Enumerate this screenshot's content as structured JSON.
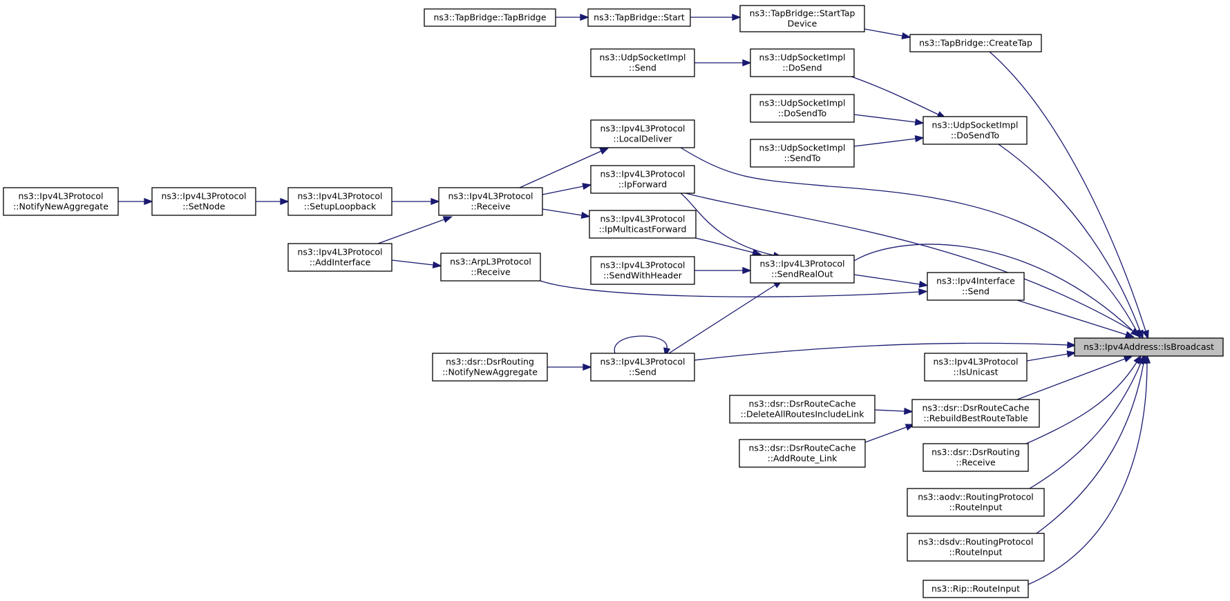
{
  "graph": {
    "edge_color": "#191970",
    "highlight_fill": "#bfbfbf",
    "nodes": [
      {
        "id": "isbroadcast",
        "lines": [
          "ns3::Ipv4Address::IsBroadcast"
        ],
        "highlight": true
      },
      {
        "id": "tap_tapbridge",
        "lines": [
          "ns3::TapBridge::TapBridge"
        ]
      },
      {
        "id": "tap_start",
        "lines": [
          "ns3::TapBridge::Start"
        ]
      },
      {
        "id": "tap_starttap",
        "lines": [
          "ns3::TapBridge::StartTap",
          "Device"
        ]
      },
      {
        "id": "tap_createtap",
        "lines": [
          "ns3::TapBridge::CreateTap"
        ]
      },
      {
        "id": "udp_send",
        "lines": [
          "ns3::UdpSocketImpl",
          "::Send"
        ]
      },
      {
        "id": "udp_dosend",
        "lines": [
          "ns3::UdpSocketImpl",
          "::DoSend"
        ]
      },
      {
        "id": "udp_dosendto_l",
        "lines": [
          "ns3::UdpSocketImpl",
          "::DoSendTo"
        ]
      },
      {
        "id": "udp_sendto",
        "lines": [
          "ns3::UdpSocketImpl",
          "::SendTo"
        ]
      },
      {
        "id": "udp_dosendto_r",
        "lines": [
          "ns3::UdpSocketImpl",
          "::DoSendTo"
        ]
      },
      {
        "id": "ipv4_localdeliver",
        "lines": [
          "ns3::Ipv4L3Protocol",
          "::LocalDeliver"
        ]
      },
      {
        "id": "ipv4_ipforward",
        "lines": [
          "ns3::Ipv4L3Protocol",
          "::IpForward"
        ]
      },
      {
        "id": "ipv4_ipmcast",
        "lines": [
          "ns3::Ipv4L3Protocol",
          "::IpMulticastForward"
        ]
      },
      {
        "id": "ipv4_notifynew",
        "lines": [
          "ns3::Ipv4L3Protocol",
          "::NotifyNewAggregate"
        ]
      },
      {
        "id": "ipv4_setnode",
        "lines": [
          "ns3::Ipv4L3Protocol",
          "::SetNode"
        ]
      },
      {
        "id": "ipv4_setuploop",
        "lines": [
          "ns3::Ipv4L3Protocol",
          "::SetupLoopback"
        ]
      },
      {
        "id": "ipv4_receive",
        "lines": [
          "ns3::Ipv4L3Protocol",
          "::Receive"
        ]
      },
      {
        "id": "ipv4_addiface",
        "lines": [
          "ns3::Ipv4L3Protocol",
          "::AddInterface"
        ]
      },
      {
        "id": "arp_receive",
        "lines": [
          "ns3::ArpL3Protocol",
          "::Receive"
        ]
      },
      {
        "id": "ipv4_sendwithheader",
        "lines": [
          "ns3::Ipv4L3Protocol",
          "::SendWithHeader"
        ]
      },
      {
        "id": "ipv4_sendrealout",
        "lines": [
          "ns3::Ipv4L3Protocol",
          "::SendRealOut"
        ]
      },
      {
        "id": "ipv4iface_send",
        "lines": [
          "ns3::Ipv4Interface",
          "::Send"
        ]
      },
      {
        "id": "dsr_notifynew",
        "lines": [
          "ns3::dsr::DsrRouting",
          "::NotifyNewAggregate"
        ]
      },
      {
        "id": "ipv4_send",
        "lines": [
          "ns3::Ipv4L3Protocol",
          "::Send"
        ]
      },
      {
        "id": "ipv4_isunicast",
        "lines": [
          "ns3::Ipv4L3Protocol",
          "::IsUnicast"
        ]
      },
      {
        "id": "dsr_deleteall",
        "lines": [
          "ns3::dsr::DsrRouteCache",
          "::DeleteAllRoutesIncludeLink"
        ]
      },
      {
        "id": "dsr_addroute",
        "lines": [
          "ns3::dsr::DsrRouteCache",
          "::AddRoute_Link"
        ]
      },
      {
        "id": "dsr_rebuild",
        "lines": [
          "ns3::dsr::DsrRouteCache",
          "::RebuildBestRouteTable"
        ]
      },
      {
        "id": "dsr_receive",
        "lines": [
          "ns3::dsr::DsrRouting",
          "::Receive"
        ]
      },
      {
        "id": "aodv_routeinput",
        "lines": [
          "ns3::aodv::RoutingProtocol",
          "::RouteInput"
        ]
      },
      {
        "id": "dsdv_routeinput",
        "lines": [
          "ns3::dsdv::RoutingProtocol",
          "::RouteInput"
        ]
      },
      {
        "id": "rip_routeinput",
        "lines": [
          "ns3::Rip::RouteInput"
        ]
      }
    ],
    "edges": [
      {
        "from": "tap_tapbridge",
        "to": "tap_start"
      },
      {
        "from": "tap_start",
        "to": "tap_starttap"
      },
      {
        "from": "tap_starttap",
        "to": "tap_createtap"
      },
      {
        "from": "tap_createtap",
        "to": "isbroadcast"
      },
      {
        "from": "udp_send",
        "to": "udp_dosend"
      },
      {
        "from": "udp_dosend",
        "to": "udp_dosendto_r"
      },
      {
        "from": "udp_dosendto_l",
        "to": "udp_dosendto_r"
      },
      {
        "from": "udp_sendto",
        "to": "udp_dosendto_r"
      },
      {
        "from": "udp_dosendto_r",
        "to": "isbroadcast"
      },
      {
        "from": "ipv4_localdeliver",
        "to": "isbroadcast"
      },
      {
        "from": "ipv4_ipforward",
        "to": "isbroadcast"
      },
      {
        "from": "ipv4_sendrealout",
        "to": "isbroadcast"
      },
      {
        "from": "ipv4iface_send",
        "to": "isbroadcast"
      },
      {
        "from": "ipv4_send",
        "to": "isbroadcast"
      },
      {
        "from": "ipv4_isunicast",
        "to": "isbroadcast"
      },
      {
        "from": "dsr_rebuild",
        "to": "isbroadcast"
      },
      {
        "from": "dsr_receive",
        "to": "isbroadcast"
      },
      {
        "from": "aodv_routeinput",
        "to": "isbroadcast"
      },
      {
        "from": "dsdv_routeinput",
        "to": "isbroadcast"
      },
      {
        "from": "rip_routeinput",
        "to": "isbroadcast"
      },
      {
        "from": "ipv4_notifynew",
        "to": "ipv4_setnode"
      },
      {
        "from": "ipv4_setnode",
        "to": "ipv4_setuploop"
      },
      {
        "from": "ipv4_setuploop",
        "to": "ipv4_receive"
      },
      {
        "from": "ipv4_addiface",
        "to": "ipv4_receive"
      },
      {
        "from": "ipv4_receive",
        "to": "ipv4_localdeliver"
      },
      {
        "from": "ipv4_receive",
        "to": "ipv4_ipforward"
      },
      {
        "from": "ipv4_receive",
        "to": "ipv4_ipmcast"
      },
      {
        "from": "ipv4_addiface",
        "to": "arp_receive"
      },
      {
        "from": "arp_receive",
        "to": "ipv4iface_send"
      },
      {
        "from": "ipv4_ipforward",
        "to": "ipv4_sendrealout"
      },
      {
        "from": "ipv4_ipmcast",
        "to": "ipv4_sendrealout"
      },
      {
        "from": "ipv4_sendwithheader",
        "to": "ipv4_sendrealout"
      },
      {
        "from": "ipv4_send",
        "to": "ipv4_sendrealout"
      },
      {
        "from": "ipv4_sendrealout",
        "to": "ipv4iface_send"
      },
      {
        "from": "ipv4_send",
        "to": "ipv4_send"
      },
      {
        "from": "dsr_notifynew",
        "to": "ipv4_send"
      },
      {
        "from": "dsr_deleteall",
        "to": "dsr_rebuild"
      },
      {
        "from": "dsr_addroute",
        "to": "dsr_rebuild"
      }
    ]
  }
}
